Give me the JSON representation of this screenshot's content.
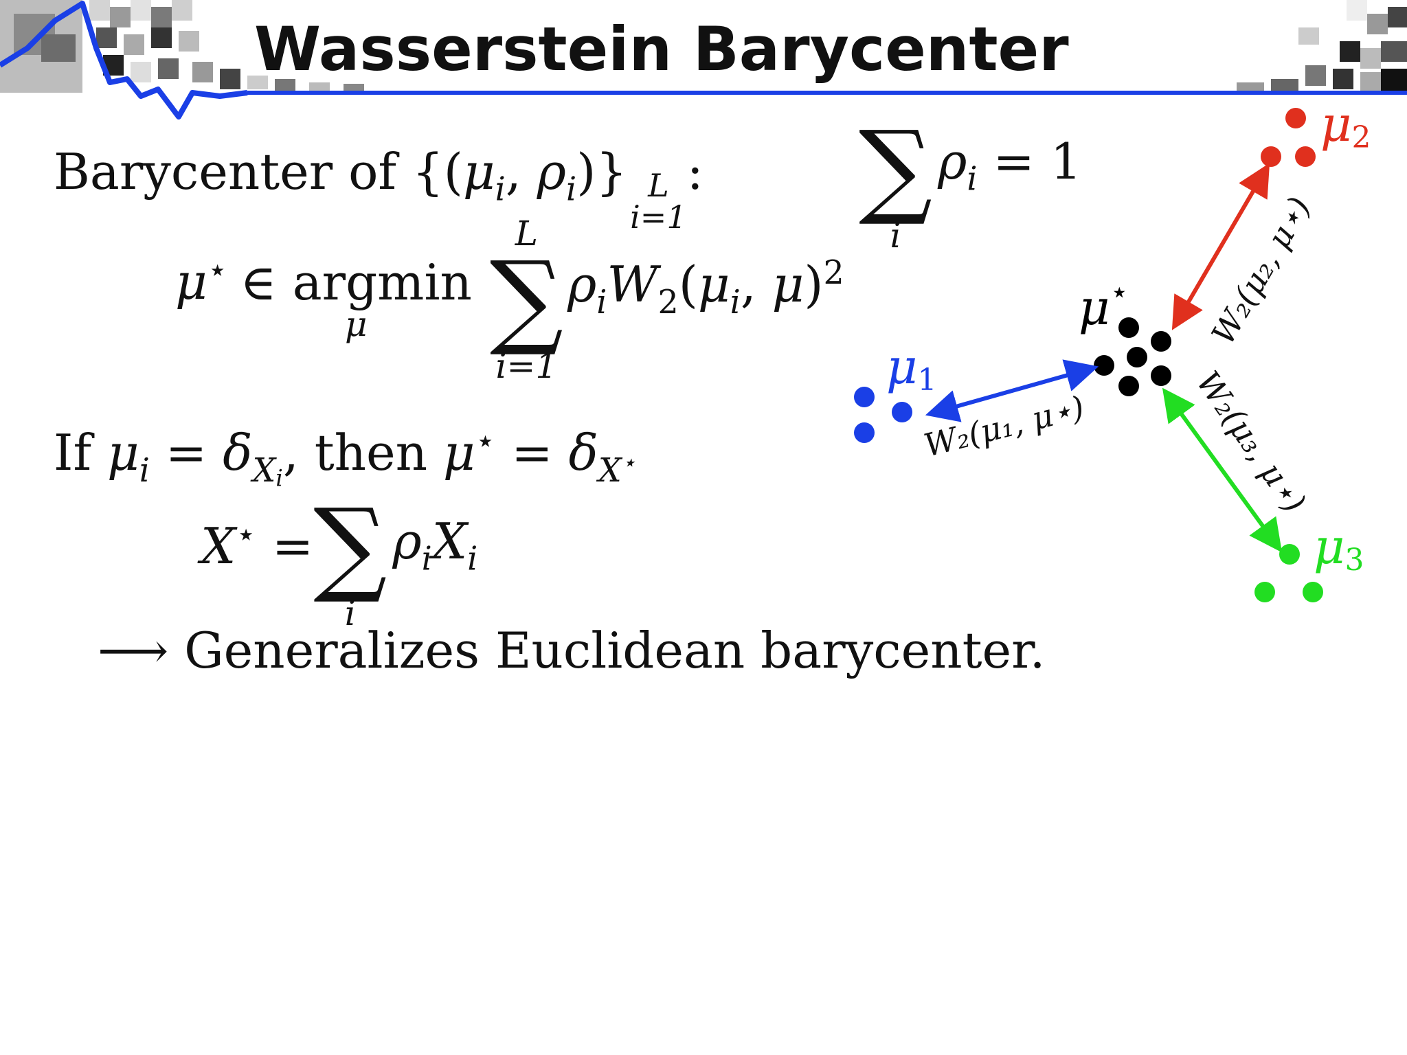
{
  "slide": {
    "title": "Wasserstein Barycenter"
  },
  "text": {
    "barycenter_of_prefix": "Barycenter of {(",
    "mu": "μ",
    "i": "i",
    "comma": ", ",
    "rho": "ρ",
    "close_set": ")}",
    "upper_L": "L",
    "lower_i_eq_1": "i=1",
    "colon": ":",
    "sum_symbol": "∑",
    "sum_rho_eq": " = 1",
    "mustar_in": "∈ argmin",
    "argmin_sub": "μ",
    "W": "W",
    "two": "2",
    "star": "⋆",
    "paren_open": "(",
    "paren_close": ")",
    "if_word": "If ",
    "eq": " = ",
    "delta": "δ",
    "X": "X",
    "then_word": ", then ",
    "generalizes": "⟶ Generalizes Euclidean barycenter."
  },
  "diagram": {
    "labels": {
      "mu1": "μ",
      "mu1_sub": "1",
      "mu2": "μ",
      "mu2_sub": "2",
      "mu3": "μ",
      "mu3_sub": "3",
      "mustar": "μ",
      "mustar_sup": "⋆",
      "w_mu1": "W₂(μ₁, μ⋆)",
      "w_mu2": "W₂(μ₂, μ⋆)",
      "w_mu3": "W₂(μ₃, μ⋆)"
    },
    "colors": {
      "mu1": "#1a3fe6",
      "mu2": "#e0301e",
      "mu3": "#22dd22",
      "mustar": "#000000",
      "header_line": "#1a3fe6"
    }
  }
}
